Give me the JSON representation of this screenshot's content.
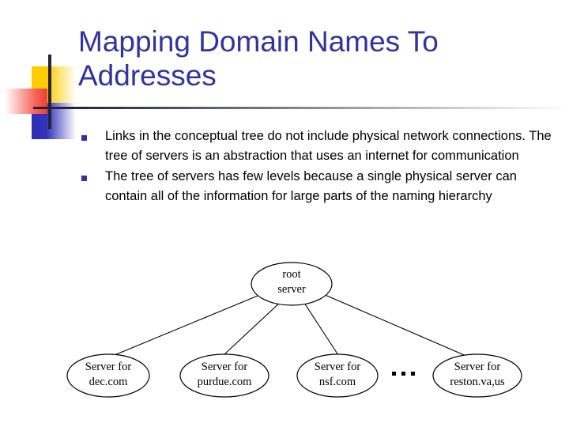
{
  "slide": {
    "title": "Mapping Domain Names To Addresses",
    "title_color": "#333399",
    "background_color": "#ffffff",
    "bullets": [
      "Links in the conceptual tree do not include physical network connections. The tree of servers is an abstraction that uses an internet for communication",
      "The tree of servers has few levels because a single physical server can contain all of the information for large parts of the naming hierarchy"
    ],
    "bullet_marker_color": "#333399"
  },
  "decoration": {
    "swatch_yellow": "#ffcc00",
    "swatch_blue": "#3333bb",
    "swatch_red": "#ef3b30",
    "rule_color": "#24243a"
  },
  "diagram": {
    "type": "tree",
    "root": {
      "line1": "root",
      "line2": "server"
    },
    "ellipsis": "...",
    "leaves": [
      {
        "line1": "Server for",
        "line2": "dec.com"
      },
      {
        "line1": "Server for",
        "line2": "purdue.com"
      },
      {
        "line1": "Server for",
        "line2": "nsf.com"
      },
      {
        "line1": "Server for",
        "line2": "reston.va,us"
      }
    ]
  }
}
